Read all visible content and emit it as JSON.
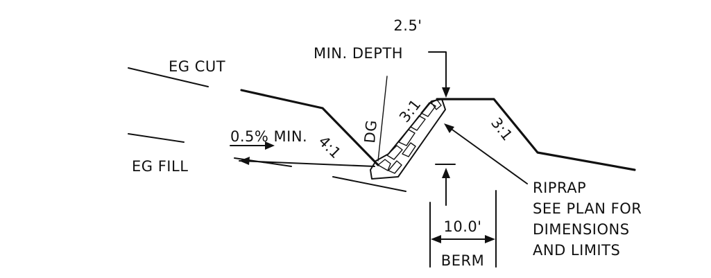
{
  "labels": {
    "min_depth_value": "2.5'",
    "min_depth": "MIN. DEPTH",
    "eg_cut": "EG CUT",
    "eg_fill": "EG FILL",
    "min_slope": "0.5% MIN.",
    "side_slope_ditch": "4:1",
    "dg": "DG",
    "berm_inner_slope": "3:1",
    "berm_outer_slope": "3:1",
    "berm_width": "10.0'",
    "berm": "BERM",
    "riprap_line1": "RIPRAP",
    "riprap_line2": "SEE PLAN FOR",
    "riprap_line3": "DIMENSIONS",
    "riprap_line4": "AND LIMITS"
  },
  "colors": {
    "ink": "#111111",
    "paper": "#ffffff"
  }
}
